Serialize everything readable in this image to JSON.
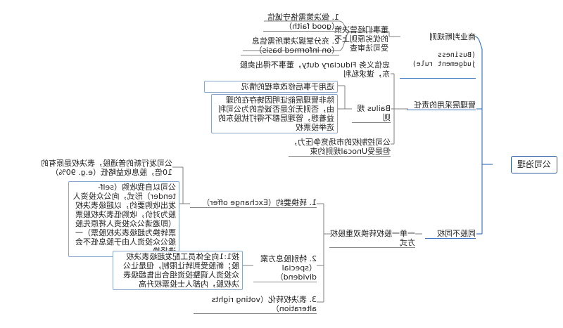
{
  "root": "公司治理",
  "branches": [
    {
      "label": "商业判断规则",
      "label_en": "(Business judgement rule)",
      "children": [
        {
          "text": "董事们经营决策的优劣原则上不受司法审查"
        },
        {
          "text": "1. 做决策需恪守诚信（good faith）"
        },
        {
          "text": "2. 充分掌握决策所需信息（on informed basis）"
        }
      ]
    },
    {
      "label": "管理层采用的责任",
      "children": [
        {
          "text": "忠信义务 Fiduciary duty，董事不得出卖股东，谋求私利"
        },
        {
          "text": "Bailus 规则"
        },
        {
          "text": "适用于事后修改章程的情况"
        },
        {
          "text": "除非管理层能证明因铸存在的理由，否则无论是否诚信的为公司利益着想，管理层都不得打扰股东的选举投票权"
        },
        {
          "text": "公司控制权的市场竞争压力，但是受Unocal规则约束"
        }
      ]
    },
    {
      "label": "同股不同权",
      "children": [
        {
          "text": "一单一股权转换双重股权方式"
        },
        {
          "text": "1. 转换要约（Exchange offer）"
        },
        {
          "text": "公司发行新的普通股，表决权是原有的10倍，股息收益略低（e.g. 90%）"
        },
        {
          "text": "公司以自我收购（self-tender）形式，向公众投资人发出收购要约，以超级表决权股为对价，收购低表决权股票（即邀请公众投资人将原先股票转换为超级表决权股票）一般公众投资人由于股息低不会选择换"
        },
        {
          "text": "2. 特别股息方案（special dividend）"
        },
        {
          "text": "按1:1向全体员工配发超级表决权股；新股受到转让限制，但是让公众投资人调整投资组合出售超级表决权股，内部人士投票权升高"
        },
        {
          "text": "3. 表决权转化（voting rights alteration）"
        }
      ]
    }
  ]
}
